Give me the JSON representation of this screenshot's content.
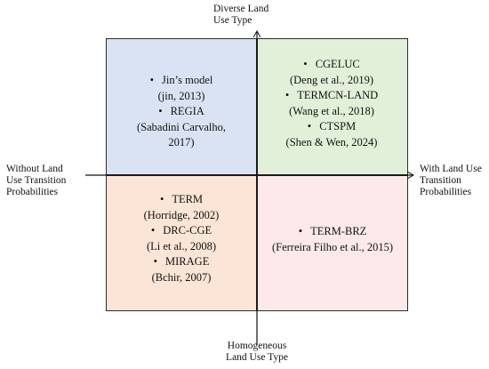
{
  "colors": {
    "top_left_fill": "#dae3f3",
    "top_right_fill": "#e2f0d9",
    "bottom_left_fill": "#fbe5d6",
    "bottom_right_fill": "#fde9ea",
    "axis": "#111111",
    "quadrant_border": "#2b2b2b"
  },
  "axes": {
    "top_label": [
      "Diverse Land",
      "Use Type"
    ],
    "bottom_label": [
      "Homogeneous",
      "Land Use Type"
    ],
    "left_label": [
      "Without Land",
      "Use Transition",
      "Probabilities"
    ],
    "right_label": [
      "With Land Use",
      "Transition",
      "Probabilities"
    ]
  },
  "quadrants": {
    "top_left": {
      "items": [
        {
          "name": "Jin’s model",
          "citation": "(jin, 2013)"
        },
        {
          "name": "REGIA",
          "citation": [
            "(Sabadini Carvalho,",
            "2017)"
          ]
        }
      ]
    },
    "top_right": {
      "items": [
        {
          "name": "CGELUC",
          "citation": "(Deng et al., 2019)"
        },
        {
          "name": "TERMCN-LAND",
          "citation": "(Wang et al., 2018)"
        },
        {
          "name": "CTSPM",
          "citation": "(Shen & Wen, 2024)"
        }
      ]
    },
    "bottom_left": {
      "items": [
        {
          "name": "TERM",
          "citation": "(Horridge, 2002)"
        },
        {
          "name": "DRC-CGE",
          "citation": "(Li et al., 2008)"
        },
        {
          "name": "MIRAGE",
          "citation": "(Bchir, 2007)"
        }
      ]
    },
    "bottom_right": {
      "items": [
        {
          "name": "TERM-BRZ",
          "citation": "(Ferreira Filho et al., 2015)"
        }
      ]
    }
  }
}
